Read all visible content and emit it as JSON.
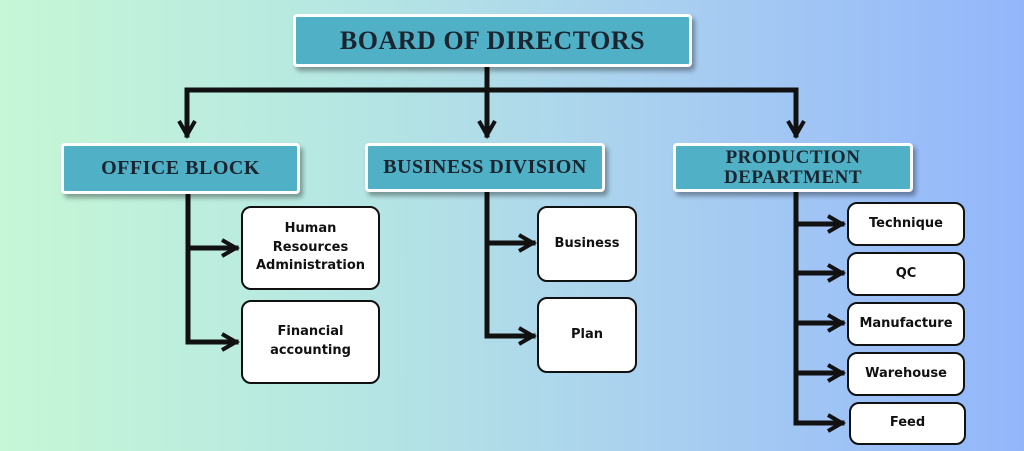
{
  "board": {
    "label": "BOARD OF DIRECTORS"
  },
  "divisions": {
    "office_block": {
      "label": "OFFICE BLOCK",
      "children": [
        "Human Resources Administration",
        "Financial accounting"
      ]
    },
    "business_division": {
      "label": "BUSINESS DIVISION",
      "children": [
        "Business",
        "Plan"
      ]
    },
    "production_department": {
      "label": "PRODUCTION DEPARTMENT",
      "children": [
        "Technique",
        "QC",
        "Manufacture",
        "Warehouse",
        "Feed"
      ]
    }
  },
  "colors": {
    "header_fill": "#4fb0c6",
    "connector": "#111111",
    "node_fill": "#ffffff"
  }
}
